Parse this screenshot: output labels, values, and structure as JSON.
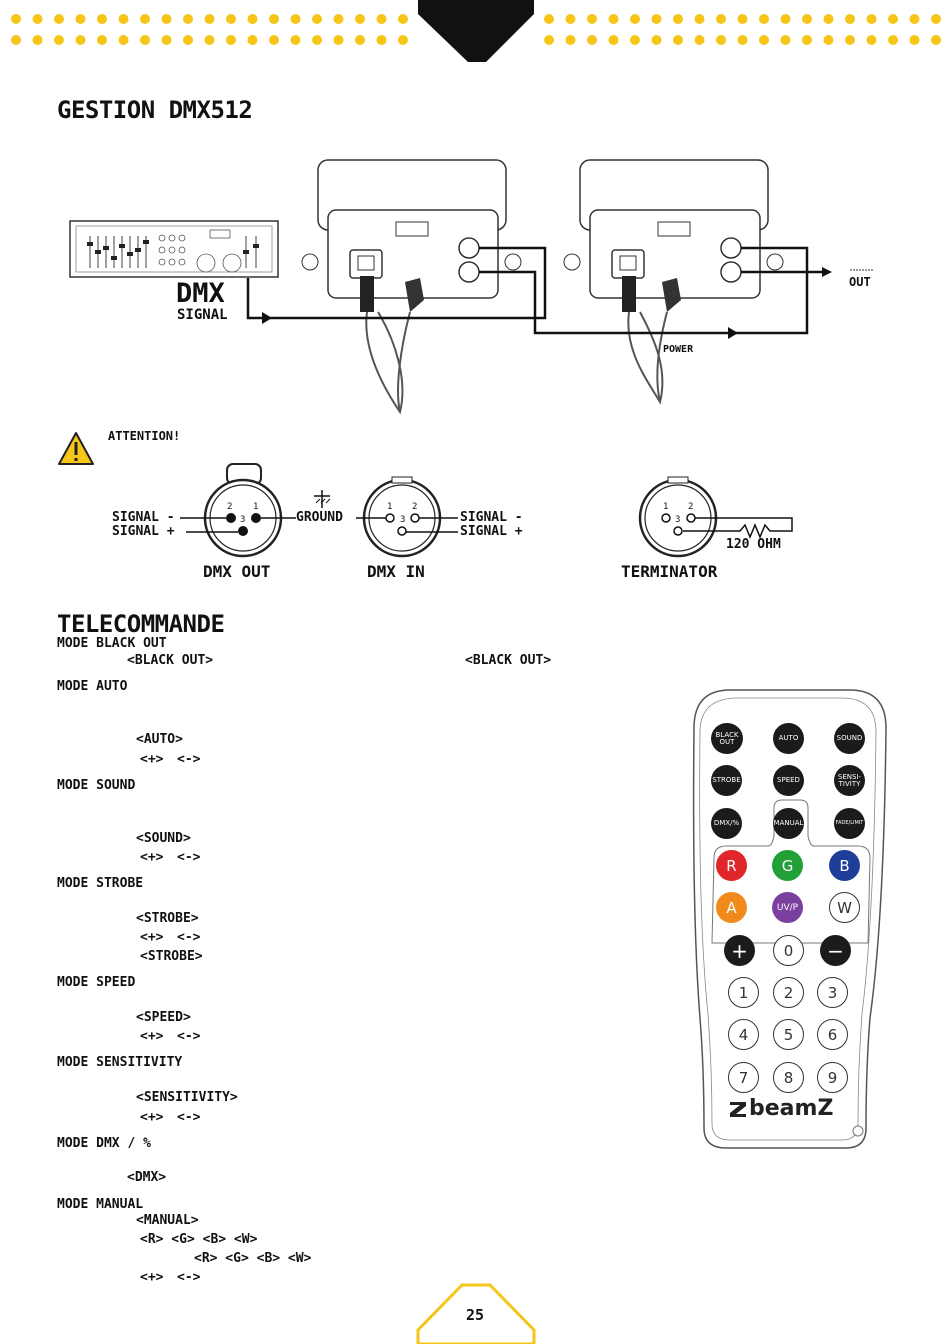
{
  "header": {
    "colors": {
      "dot": "#f5c518",
      "triangle": "#111111"
    }
  },
  "section1": {
    "title": "GESTION DMX512"
  },
  "diagram": {
    "dmx_label": "DMX",
    "signal_label": "SIGNAL",
    "power_label": "POWER",
    "out_label": "OUT"
  },
  "attention": {
    "label": "ATTENTION!",
    "icon": "warning-icon",
    "color": "#f5c518"
  },
  "connectors": {
    "signal_minus": "SIGNAL -",
    "signal_plus": "SIGNAL +",
    "ground": "GROUND",
    "dmx_out": "DMX OUT",
    "dmx_in": "DMX IN",
    "terminator": "TERMINATOR",
    "ohm": "120 OHM",
    "pin1": "1",
    "pin2": "2",
    "pin3": "3"
  },
  "section2": {
    "title": "TELECOMMANDE",
    "lines": [
      "MODE BLACK OUT",
      "<BLACK OUT>",
      "<BLACK OUT>",
      "MODE AUTO",
      "<AUTO>",
      "<+>",
      "<->",
      "MODE SOUND",
      "<SOUND>",
      "<+>",
      "<->",
      "MODE STROBE",
      "<STROBE>",
      "<+>",
      "<->",
      "<STROBE>",
      "MODE SPEED",
      "<SPEED>",
      "<+>",
      "<->",
      "MODE SENSITIVITY",
      "<SENSITIVITY>",
      "<+>",
      "<->",
      "MODE DMX / %",
      "<DMX>",
      "MODE MANUAL",
      "<MANUAL>",
      "<R> <G> <B> <W>",
      "<R> <G> <B> <W>",
      "<+>",
      "<->"
    ]
  },
  "remote": {
    "brand": "beamZ",
    "buttons": {
      "black_out": "BLACK OUT",
      "auto": "AUTO",
      "sound": "SOUND",
      "strobe": "STROBE",
      "speed": "SPEED",
      "sensitivity": "SENSI-TIVITY",
      "dmx": "DMX/%",
      "manual": "MANUAL",
      "fade": "FADE/LIMIT",
      "r": "R",
      "g": "G",
      "b": "B",
      "a": "A",
      "uvp": "UV/P",
      "w": "W",
      "plus": "+",
      "zero": "0",
      "minus": "−",
      "n1": "1",
      "n2": "2",
      "n3": "3",
      "n4": "4",
      "n5": "5",
      "n6": "6",
      "n7": "7",
      "n8": "8",
      "n9": "9"
    },
    "colors": {
      "r": "#e0262a",
      "g": "#21a038",
      "b": "#1e3e9a",
      "a": "#f08a1c",
      "uvp": "#7b3fa0"
    }
  },
  "footer": {
    "page_number": "25"
  }
}
